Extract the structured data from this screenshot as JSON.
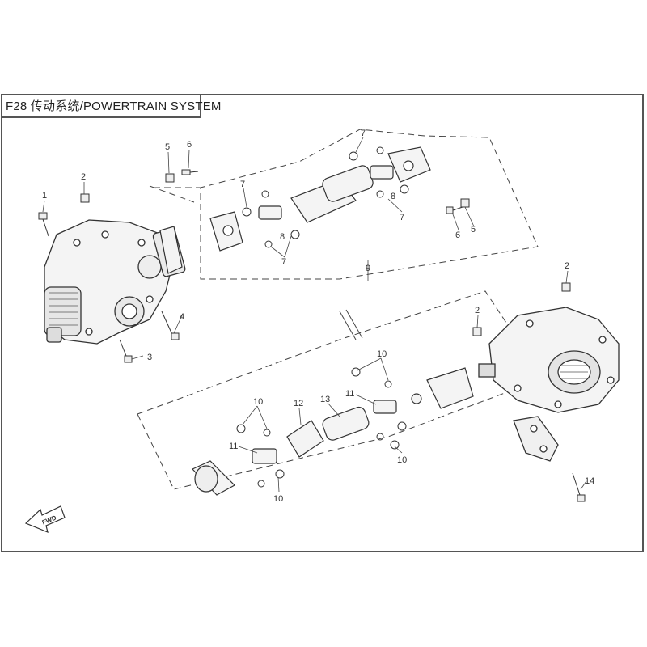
{
  "header": {
    "title": "F28 传动系统/POWERTRAIN SYSTEM"
  },
  "callouts": {
    "c1": "1",
    "c2a": "2",
    "c2b": "2",
    "c2c": "2",
    "c3": "3",
    "c4": "4",
    "c5a": "5",
    "c5b": "5",
    "c6a": "6",
    "c6b": "6",
    "c7a": "7",
    "c7b": "7",
    "c7c": "7",
    "c7d": "7",
    "c8a": "8",
    "c8b": "8",
    "c9": "9",
    "c10a": "10",
    "c10b": "10",
    "c10c": "10",
    "c10d": "10",
    "c11a": "11",
    "c11b": "11",
    "c12": "12",
    "c13": "13",
    "c14": "14"
  },
  "fwd_arrow": {
    "label": "FWD"
  },
  "colors": {
    "line": "#333333",
    "frame": "#555555",
    "dash": "#444444"
  }
}
